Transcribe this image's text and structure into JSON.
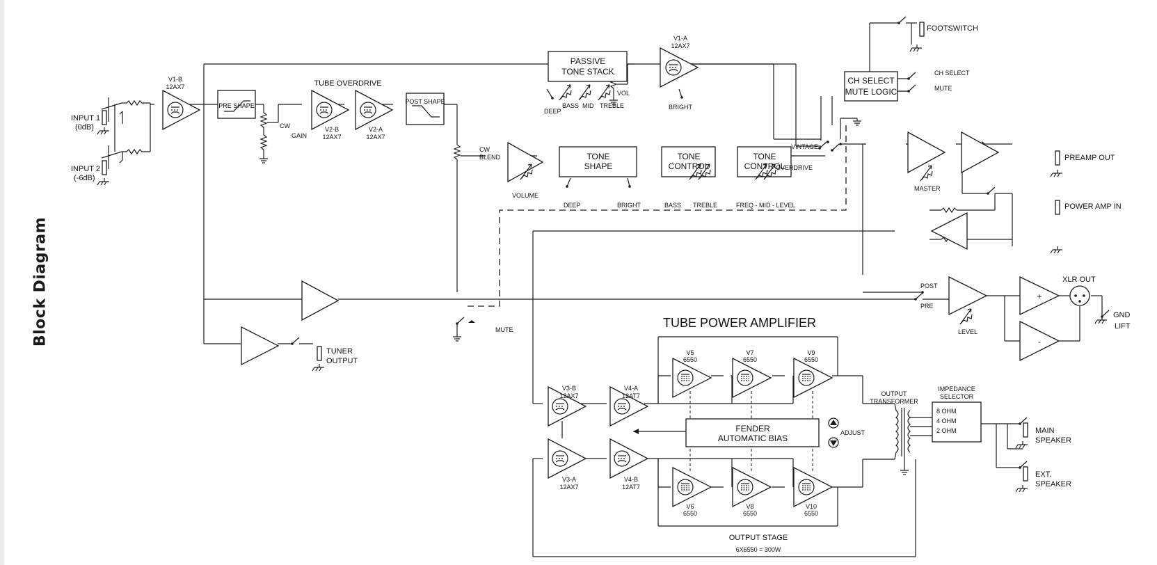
{
  "page_title": "Block Diagram",
  "inputs": {
    "input1": "INPUT 1",
    "input1_gain": "(0dB)",
    "input2": "INPUT 2",
    "input2_gain": "(-6dB)"
  },
  "preamp": {
    "v1b": "V1-B",
    "v1b_type": "12AX7",
    "pre_shape": "PRE SHAPE",
    "cw": "CW",
    "gain": "GAIN",
    "tube_overdrive": "TUBE OVERDRIVE",
    "v2b": "V2-B",
    "v2b_type": "12AX7",
    "v2a": "V2-A",
    "v2a_type": "12AX7",
    "post_shape": "POST SHAPE",
    "passive_tone_line1": "PASSIVE",
    "passive_tone_line2": "TONE STACK",
    "deep": "DEEP",
    "bass": "BASS",
    "mid": "MID",
    "treble": "TREBLE",
    "vol": "VOL",
    "v1a": "V1-A",
    "v1a_type": "12AX7",
    "bright": "BRIGHT",
    "blend_cw": "CW",
    "blend": "BLEND",
    "volume": "VOLUME",
    "tone_shape_line1": "TONE",
    "tone_shape_line2": "SHAPE",
    "tone_deep": "DEEP",
    "tone_bright": "BRIGHT",
    "tone_control1_line1": "TONE",
    "tone_control1_line2": "CONTROL",
    "tc_bass": "BASS",
    "tc_treble": "TREBLE",
    "tone_control2_line1": "TONE",
    "tone_control2_line2": "CONTROL",
    "freq_mid_level": "FREQ - MID - LEVEL",
    "vintage": "VINTAGE",
    "overdrive": "OVERDRIVE",
    "mute": "MUTE"
  },
  "control": {
    "footswitch": "FOOTSWITCH",
    "ch_select_line1": "CH SELECT",
    "ch_select_line2": "MUTE LOGIC",
    "ch_select_sw": "CH SELECT",
    "mute_sw": "MUTE"
  },
  "outputs": {
    "master": "MASTER",
    "preamp_out": "PREAMP OUT",
    "power_amp_in": "POWER AMP IN",
    "post": "POST",
    "pre": "PRE",
    "level": "LEVEL",
    "xlr_out": "XLR OUT",
    "plus": "+",
    "minus": "-",
    "gnd": "GND",
    "lift": "LIFT",
    "tuner_line1": "TUNER",
    "tuner_line2": "OUTPUT"
  },
  "power_amp": {
    "title": "TUBE POWER AMPLIFIER",
    "v3b": "V3-B",
    "v3b_type": "12AX7",
    "v3a": "V3-A",
    "v3a_type": "12AX7",
    "v4a": "V4-A",
    "v4a_type": "12AT7",
    "v4b": "V4-B",
    "v4b_type": "12AT7",
    "v5": "V5",
    "v6": "V6",
    "v7": "V7",
    "v8": "V8",
    "v9": "V9",
    "v10": "V10",
    "tube_6550": "6550",
    "bias_line1": "FENDER",
    "bias_line2": "AUTOMATIC BIAS",
    "adjust": "ADJUST",
    "output_stage": "OUTPUT STAGE",
    "output_stage_power": "6X6550 = 300W",
    "output_transformer_line1": "OUTPUT",
    "output_transformer_line2": "TRANSFORMER",
    "impedance_line1": "IMPEDANCE",
    "impedance_line2": "SELECTOR",
    "ohm8": "8 OHM",
    "ohm4": "4 OHM",
    "ohm2": "2 OHM",
    "main_line1": "MAIN",
    "main_line2": "SPEAKER",
    "ext_line1": "EXT.",
    "ext_line2": "SPEAKER"
  }
}
